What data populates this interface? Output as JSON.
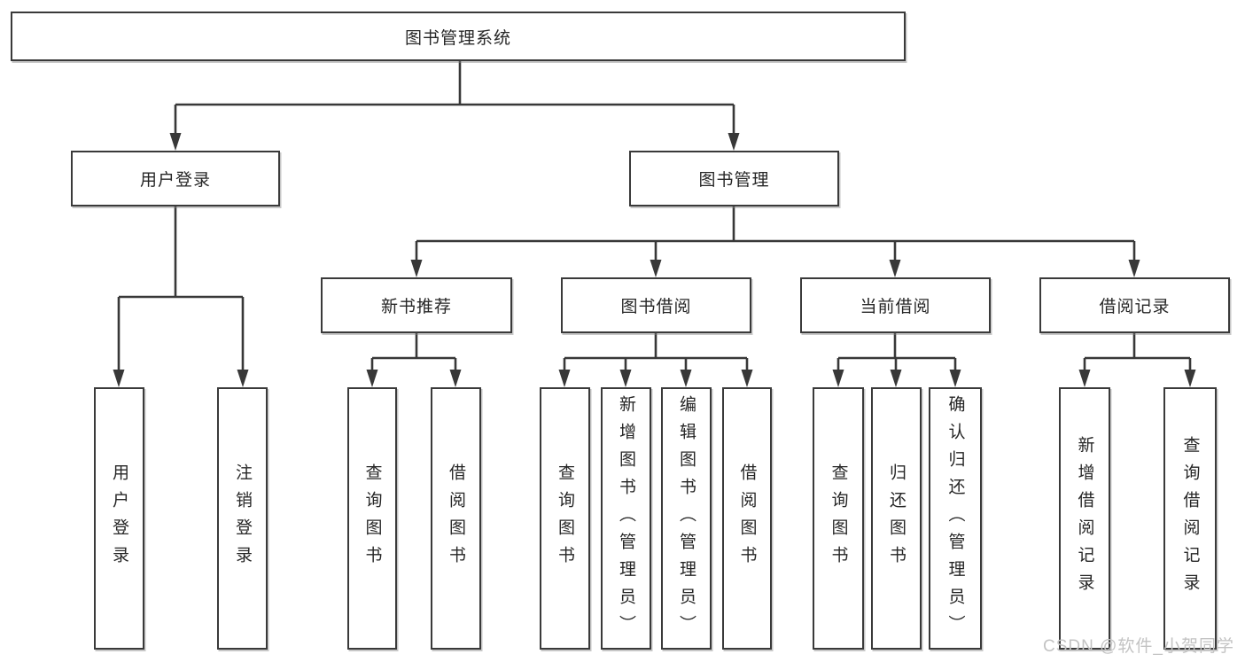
{
  "diagram": {
    "type": "hierarchy-tree",
    "colors": {
      "background": "#ffffff",
      "line": "#383838",
      "box_border": "#3a3a3a",
      "box_fill": "#ffffff",
      "text": "#262626",
      "watermark": "#c3c3c3"
    },
    "tree": {
      "label": "图书管理系统",
      "children": [
        {
          "label": "用户登录",
          "children": [
            {
              "label": "用户登录"
            },
            {
              "label": "注销登录"
            }
          ]
        },
        {
          "label": "图书管理",
          "children": [
            {
              "label": "新书推荐",
              "children": [
                {
                  "label": "查询图书"
                },
                {
                  "label": "借阅图书"
                }
              ]
            },
            {
              "label": "图书借阅",
              "children": [
                {
                  "label": "查询图书"
                },
                {
                  "label": "新增图书（管理员）"
                },
                {
                  "label": "编辑图书（管理员）"
                },
                {
                  "label": "借阅图书"
                }
              ]
            },
            {
              "label": "当前借阅",
              "children": [
                {
                  "label": "查询图书"
                },
                {
                  "label": "归还图书"
                },
                {
                  "label": "确认归还（管理员）"
                }
              ]
            },
            {
              "label": "借阅记录",
              "children": [
                {
                  "label": "新增借阅记录"
                },
                {
                  "label": "查询借阅记录"
                }
              ]
            }
          ]
        }
      ]
    }
  },
  "watermark": {
    "text": "CSDN @软件_小贺同学"
  }
}
